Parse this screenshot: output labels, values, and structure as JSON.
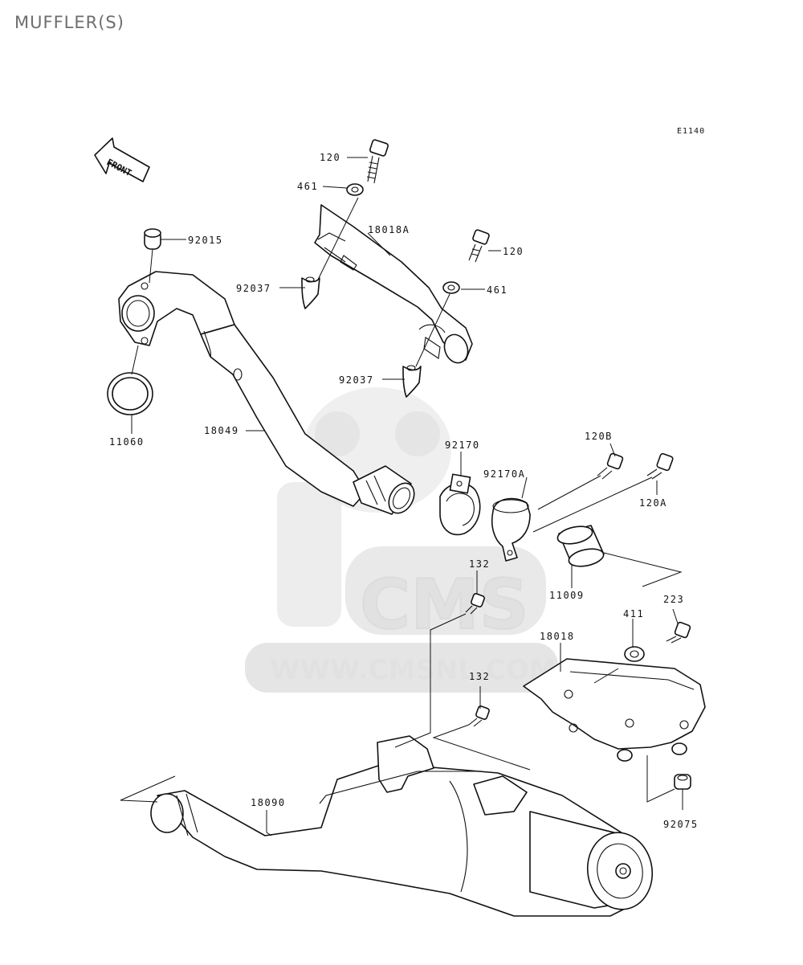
{
  "title": "MUFFLER(S)",
  "diagram_code": "E1140",
  "front_label": "FRONT",
  "watermark": {
    "logo": "CMS",
    "url": "WWW.CMSNL.COM"
  },
  "parts": {
    "bolt_120_a": "120",
    "washer_461_a": "461",
    "cover_18018A": "18018A",
    "bolt_120_b": "120",
    "washer_461_b": "461",
    "clamp_92037_a": "92037",
    "clamp_92037_b": "92037",
    "collar_92015": "92015",
    "gasket_11060": "11060",
    "pipe_18049": "18049",
    "clamp_92170": "92170",
    "clamp_92170A": "92170A",
    "bolt_120B": "120B",
    "bolt_120A": "120A",
    "gasket_11009": "11009",
    "bolt_132_a": "132",
    "bolt_132_b": "132",
    "screw_223": "223",
    "washer_411": "411",
    "cover_18018": "18018",
    "muffler_18090": "18090",
    "nut_92075": "92075"
  }
}
